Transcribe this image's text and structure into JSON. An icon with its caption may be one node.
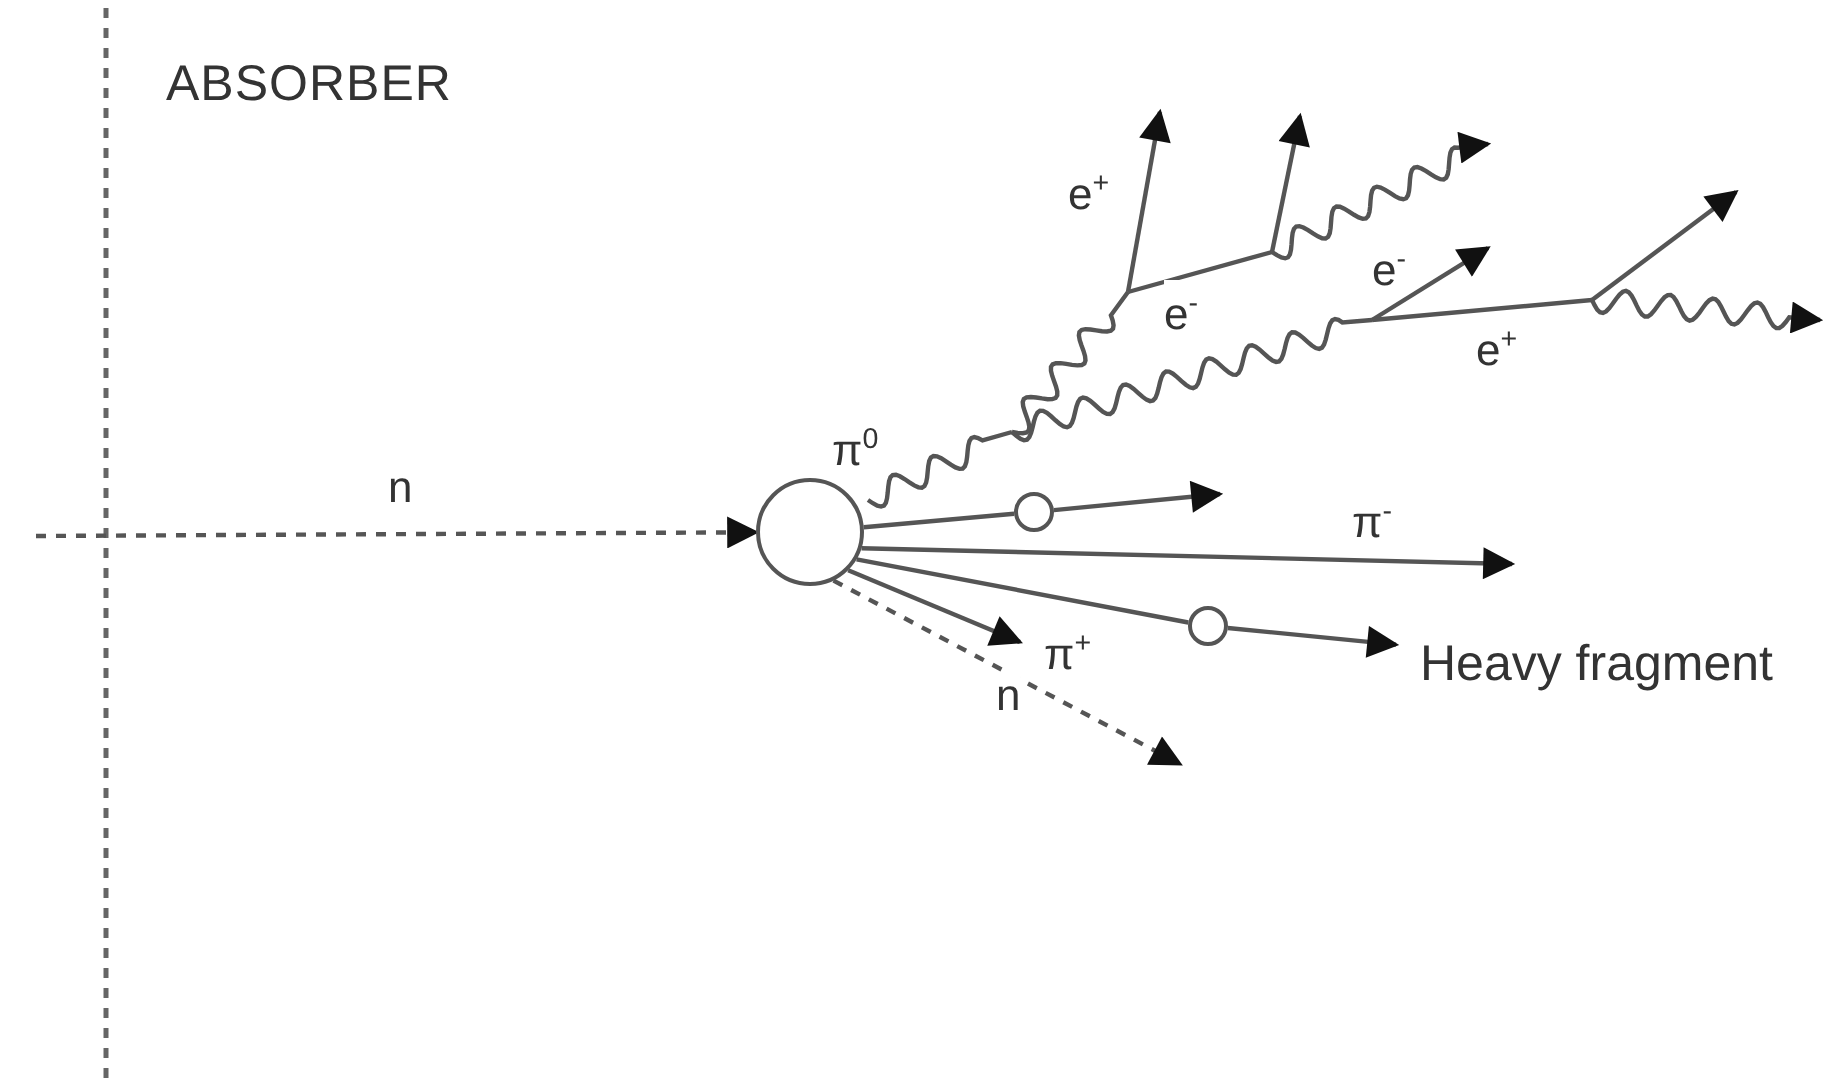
{
  "diagram": {
    "nodes": [
      {
        "text": [],
        "shape": "circle"
      },
      {
        "text": [],
        "shape": "circle"
      },
      {
        "text": [],
        "shape": "circle"
      },
      {
        "text": [
          "Heavy fragment"
        ]
      }
    ],
    "edges": [
      {
        "from": null,
        "to": 0,
        "arrow": "to",
        "style": "dashed",
        "label": "n"
      },
      {
        "from": 0,
        "to": 1,
        "arrow": "none"
      },
      {
        "from": 1,
        "to": null,
        "arrow": "to"
      },
      {
        "from": 0,
        "to": null,
        "arrow": "to",
        "label": "π$^{-}$"
      },
      {
        "from": 0,
        "to": 2,
        "arrow": "none"
      },
      {
        "from": 2,
        "to": 3,
        "arrow": "to"
      },
      {
        "from": 0,
        "to": null,
        "arrow": "to",
        "label": "π$^{+}$"
      },
      {
        "from": 0,
        "to": null,
        "arrow": "to",
        "style": "dashed",
        "label": "n"
      }
    ],
    "labels": [
      "ABSORBER",
      "π$^{0}$",
      "e$^{+}$",
      "e$^{-}$",
      "e$^{-}$",
      "e$^{+}$"
    ]
  }
}
